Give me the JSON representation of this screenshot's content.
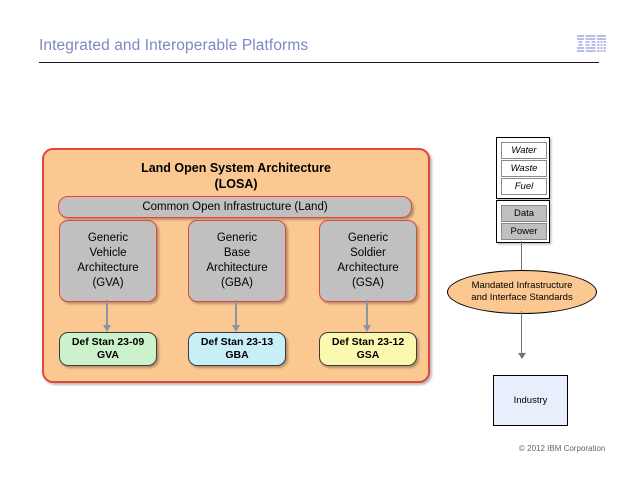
{
  "header": {
    "title": "Integrated and Interoperable Platforms",
    "logo_text": "IBM",
    "logo_color": "#b9bfe8"
  },
  "losa": {
    "title_line1": "Land Open System Architecture",
    "title_line2": "(LOSA)",
    "common_infrastructure": "Common Open Infrastructure (Land)",
    "panel_color": "#fbc892",
    "panel_border": "#e2453c",
    "architectures": [
      {
        "name": "generic-vehicle-architecture",
        "line1": "Generic",
        "line2": "Vehicle",
        "line3": "Architecture",
        "line4": "(GVA)",
        "fill": "#c0c0c0"
      },
      {
        "name": "generic-base-architecture",
        "line1": "Generic",
        "line2": "Base",
        "line3": "Architecture",
        "line4": "(GBA)",
        "fill": "#c0c0c0"
      },
      {
        "name": "generic-soldier-architecture",
        "line1": "Generic",
        "line2": "Soldier",
        "line3": "Architecture",
        "line4": "(GSA)",
        "fill": "#c0c0c0"
      }
    ],
    "standards": [
      {
        "name": "def-stan-23-09",
        "line1": "Def Stan 23-09",
        "line2": "GVA",
        "fill": "#cbf2cb"
      },
      {
        "name": "def-stan-23-13",
        "line1": "Def Stan 23-13",
        "line2": "GBA",
        "fill": "#c8eef8"
      },
      {
        "name": "def-stan-23-12",
        "line1": "Def Stan 23-12",
        "line2": "GSA",
        "fill": "#fbf8b0"
      }
    ]
  },
  "right_column": {
    "utilities": [
      {
        "label": "Water",
        "style": "white-italic"
      },
      {
        "label": "Waste",
        "style": "white-italic"
      },
      {
        "label": "Fuel",
        "style": "white-italic"
      }
    ],
    "services": [
      {
        "label": "Data",
        "style": "gray"
      },
      {
        "label": "Power",
        "style": "gray"
      }
    ],
    "mandated_line1": "Mandated Infrastructure",
    "mandated_line2": "and Interface Standards",
    "industry": "Industry",
    "industry_fill": "#e8eefb"
  },
  "footer": {
    "copyright": "© 2012 IBM Corporation"
  }
}
